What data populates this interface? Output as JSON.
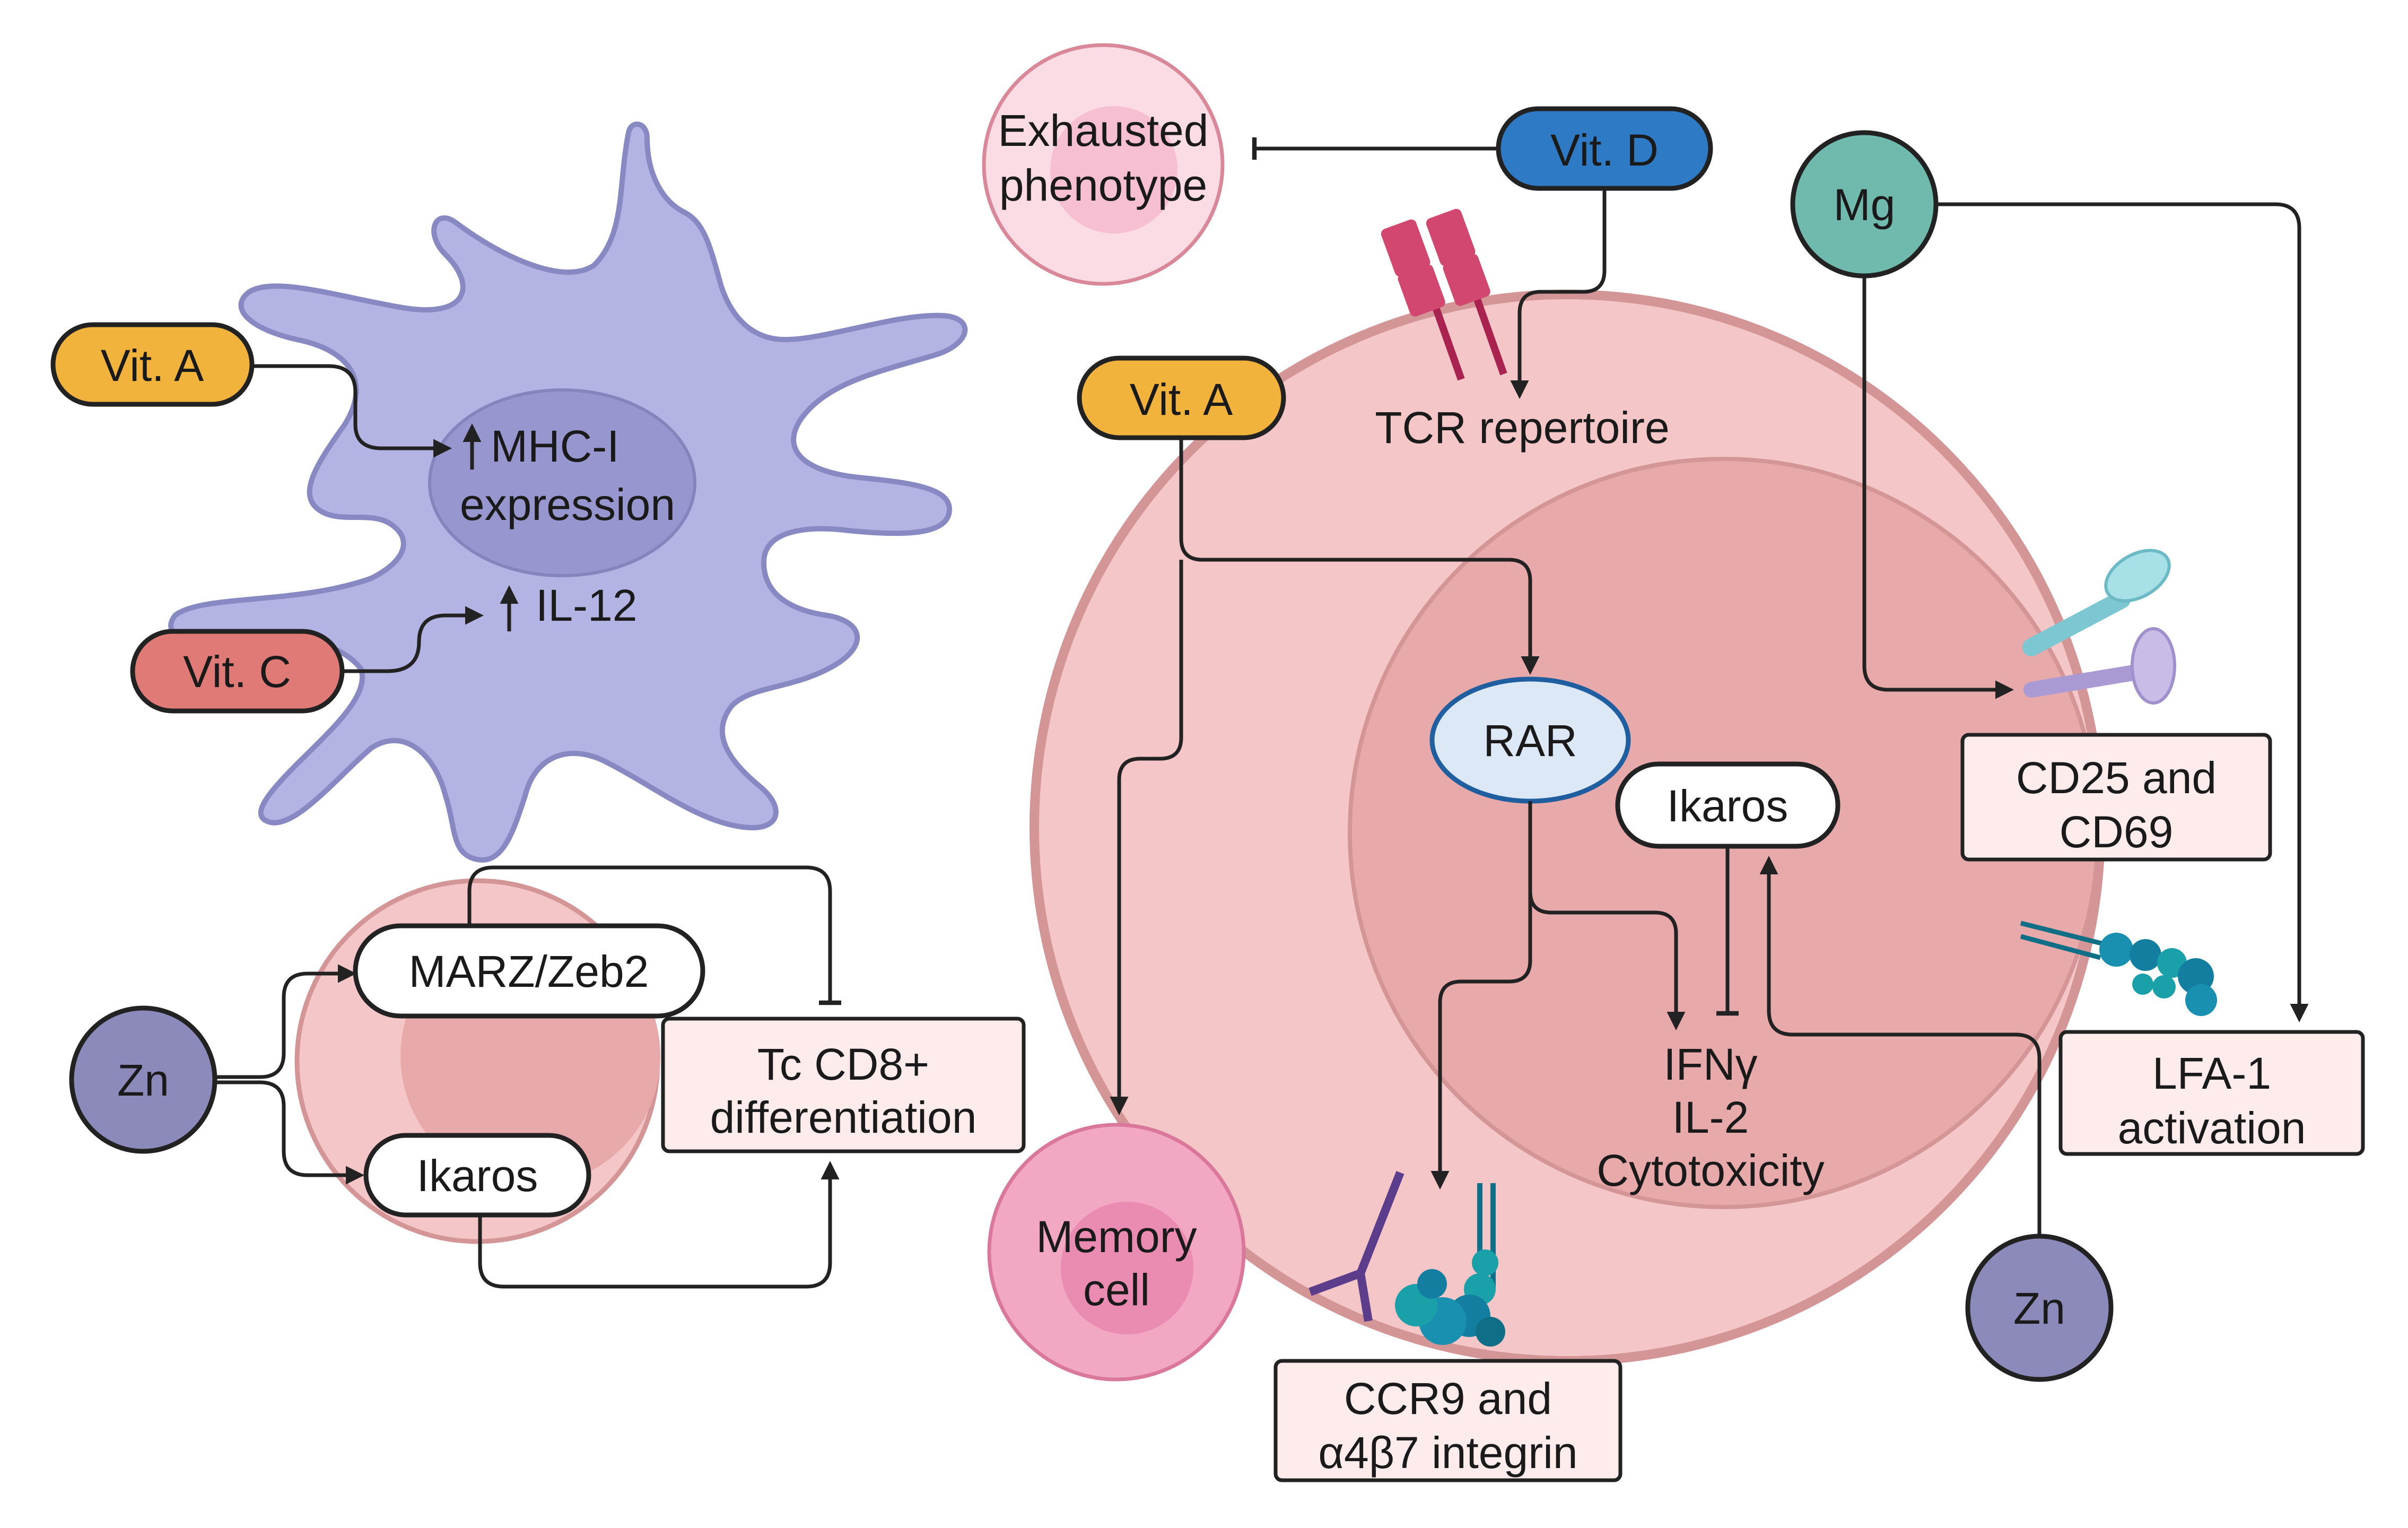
{
  "colors": {
    "vit_a": "#f2b33d",
    "vit_c": "#e07a76",
    "vit_d": "#2f7ac5",
    "zinc": "#8c89bb",
    "magnesium": "#6fb9ad",
    "dendritic_cell": "#b3b3e4",
    "dendritic_nucleus": "#9796cf",
    "t_cell": "#f4c6c7",
    "t_cell_nucleus": "#e8a9ab",
    "memory_cell": "#f2a7c3",
    "exhausted_cell": "#fbdbe4",
    "box_fill": "#fdeceb"
  },
  "dendritic_cell": {
    "vit_a": "Vit. A",
    "vit_c": "Vit. C",
    "mhc_line1": "MHC-I",
    "mhc_line2": "expression",
    "il12": "IL-12"
  },
  "tc_diff": {
    "zn": "Zn",
    "marz": "MARZ/Zeb2",
    "ikaros": "Ikaros",
    "box_line1": "Tc CD8+",
    "box_line2": "differentiation"
  },
  "main_cell": {
    "exhausted_line1": "Exhausted",
    "exhausted_line2": "phenotype",
    "vit_d": "Vit. D",
    "tcr": "TCR repertoire",
    "vit_a": "Vit. A",
    "rar": "RAR",
    "ikaros": "Ikaros",
    "ifng": "IFNγ",
    "il2": "IL-2",
    "cytotox": "Cytotoxicity",
    "memory_line1": "Memory",
    "memory_line2": "cell",
    "ccr9_line1": "CCR9 and",
    "ccr9_line2": "α4β7 integrin",
    "mg": "Mg",
    "cd25_line1": "CD25 and",
    "cd25_line2": "CD69",
    "lfa_line1": "LFA-1",
    "lfa_line2": "activation",
    "zn": "Zn"
  }
}
